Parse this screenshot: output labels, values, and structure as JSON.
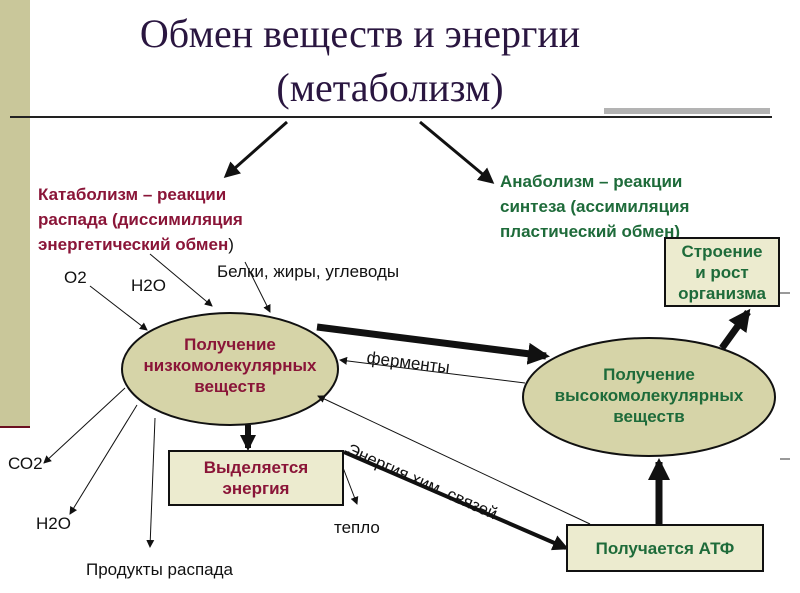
{
  "title": {
    "line1": "Обмен веществ и энергии",
    "line2": "(метаболизм)"
  },
  "catabolism": {
    "line1": "Катаболизм – реакции",
    "line2": "распада (диссимиляция",
    "line3": "энергетический обмен",
    "line3_tail": ")"
  },
  "anabolism": {
    "line1": "Анаболизм – реакции",
    "line2": "синтеза  (ассимиляция",
    "line3": "пластический обмен)"
  },
  "inputs": {
    "o2": "О2",
    "h2o": "Н2О",
    "nutrients": "Белки, жиры, углеводы"
  },
  "low_mol": {
    "line1": "Получение",
    "line2": "низкомолекулярных",
    "line3": "веществ"
  },
  "high_mol": {
    "line1": "Получение",
    "line2": "высокомолекулярных",
    "line3": "веществ"
  },
  "enzymes": "ферменты",
  "energy_box": {
    "line1": "Выделяется",
    "line2": "энергия"
  },
  "growth_box": {
    "line1": "Строение",
    "line2": "и рост",
    "line3": "организма"
  },
  "atp_box": "Получается АТФ",
  "chem_energy": "Энергия хим. связей",
  "heat": "тепло",
  "outputs": {
    "co2": "СО2",
    "h2o": "Н2О",
    "products": "Продукты распада"
  },
  "colors": {
    "catabolism": "#8a1538",
    "anabolism": "#1e6b3a",
    "box_fill": "#ecebcf",
    "ellipse_fill": "#d6d4a8",
    "side_bar": "#c9c79a"
  }
}
